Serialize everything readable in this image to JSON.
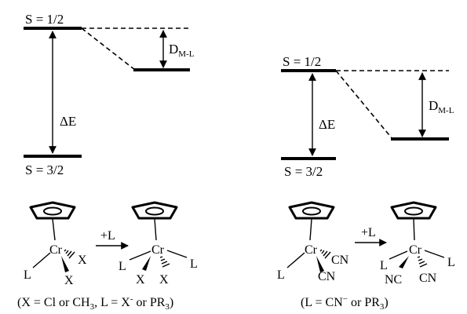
{
  "left_diagram": {
    "upper_level": "S = 1/2",
    "lower_level": "S = 3/2",
    "gap_label": "ΔE",
    "split_label_main": "D",
    "split_label_sub": "M-L"
  },
  "right_diagram": {
    "upper_level": "S = 1/2",
    "lower_level": "S = 3/2",
    "gap_label": "ΔE",
    "split_label_main": "D",
    "split_label_sub": "M-L"
  },
  "left_scheme": {
    "reagent": "+L",
    "reactant": {
      "metal": "Cr",
      "ligands": [
        "L",
        "X",
        "X"
      ]
    },
    "product": {
      "metal": "Cr",
      "ligands": [
        "L",
        "L",
        "X",
        "X"
      ]
    },
    "caption": {
      "p1": "(X = Cl or CH",
      "s1": "3",
      "p2": ", L = X",
      "sup": "-",
      "p3": " or PR",
      "s2": "3",
      "p4": ")"
    }
  },
  "right_scheme": {
    "reagent": "+L",
    "reactant": {
      "metal": "Cr",
      "ligands": [
        "L",
        "CN",
        "CN"
      ]
    },
    "product": {
      "metal": "Cr",
      "ligands": [
        "L",
        "L",
        "NC",
        "CN"
      ]
    },
    "caption": {
      "p1": "(L = CN",
      "sup": "−",
      "p2": " or PR",
      "s1": "3",
      "p3": ")"
    }
  },
  "colors": {
    "ink": "#000000",
    "background": "#ffffff"
  }
}
